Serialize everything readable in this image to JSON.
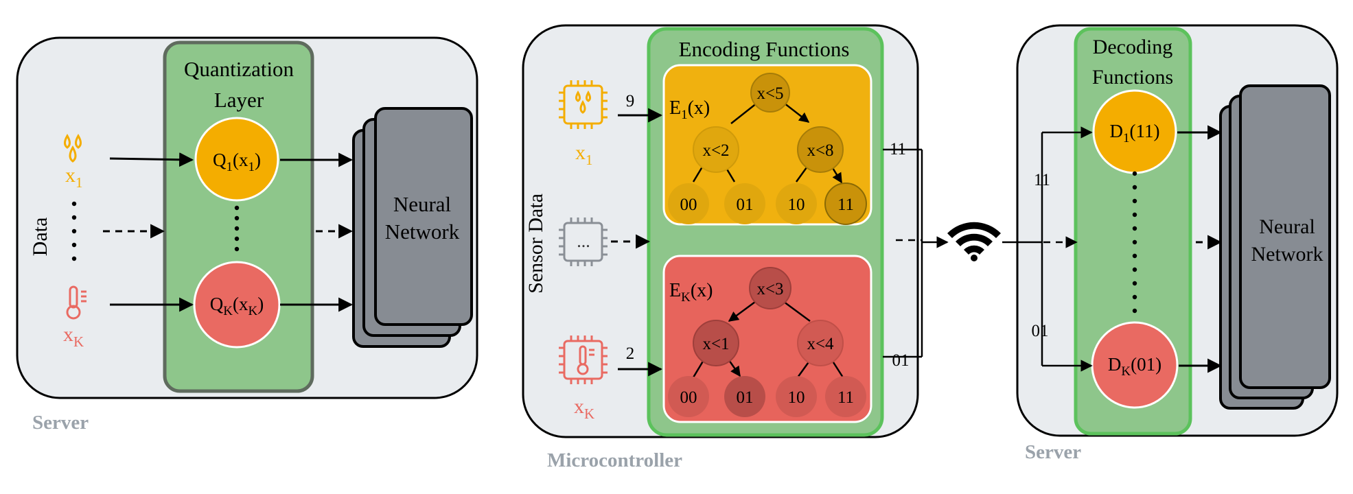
{
  "panels": {
    "left": {
      "label": "Server",
      "side_label": "Data",
      "layer_title_line1": "Quantization",
      "layer_title_line2": "Layer",
      "q1": {
        "main": "Q",
        "sub1": "1",
        "mid": "(x",
        "sub2": "1",
        "end": ")"
      },
      "qk": {
        "main": "Q",
        "sub1": "K",
        "mid": "(x",
        "sub2": "K",
        "end": ")"
      },
      "x1": {
        "main": "x",
        "sub": "1"
      },
      "xk": {
        "main": "x",
        "sub": "K"
      },
      "nn_line1": "Neural",
      "nn_line2": "Network"
    },
    "middle": {
      "label": "Microcontroller",
      "side_label": "Sensor Data",
      "title": "Encoding Functions",
      "sensor_dots": "...",
      "x1": {
        "main": "x",
        "sub": "1"
      },
      "xk": {
        "main": "x",
        "sub": "K"
      },
      "input_top": "9",
      "input_bottom": "2",
      "e1": {
        "label": {
          "main": "E",
          "sub": "1",
          "end": "(x)"
        },
        "root": "x<5",
        "left": "x<2",
        "right": "x<8",
        "leaves": [
          "00",
          "01",
          "10",
          "11"
        ]
      },
      "ek": {
        "label": {
          "main": "E",
          "sub": "K",
          "end": "(x)"
        },
        "root": "x<3",
        "left": "x<1",
        "right": "x<4",
        "leaves": [
          "00",
          "01",
          "10",
          "11"
        ]
      },
      "out_top": "11",
      "out_bottom": "01"
    },
    "right": {
      "label": "Server",
      "title_line1": "Decoding",
      "title_line2": "Functions",
      "d1": {
        "main": "D",
        "sub": "1",
        "end": "(11)"
      },
      "dk": {
        "main": "D",
        "sub": "K",
        "end": "(01)"
      },
      "in_top": "11",
      "in_bottom": "01",
      "nn_line1": "Neural",
      "nn_line2": "Network"
    }
  },
  "colors": {
    "panel_bg": "#e9ecef",
    "green": "#8ec68b",
    "green_stroke_left": "#5f6b5e",
    "green_stroke": "#5cc25c",
    "orange": "#f4ad00",
    "orange_box": "#f0b10f",
    "red": "#e96a62",
    "red_box": "#e7645c",
    "nn_gray": "#878c93",
    "label_gray": "#9aa2aa"
  },
  "icons": {
    "humidity": "humidity-drops-icon",
    "thermometer": "thermometer-icon",
    "chip": "microchip-icon",
    "wifi": "wifi-signal-icon"
  }
}
